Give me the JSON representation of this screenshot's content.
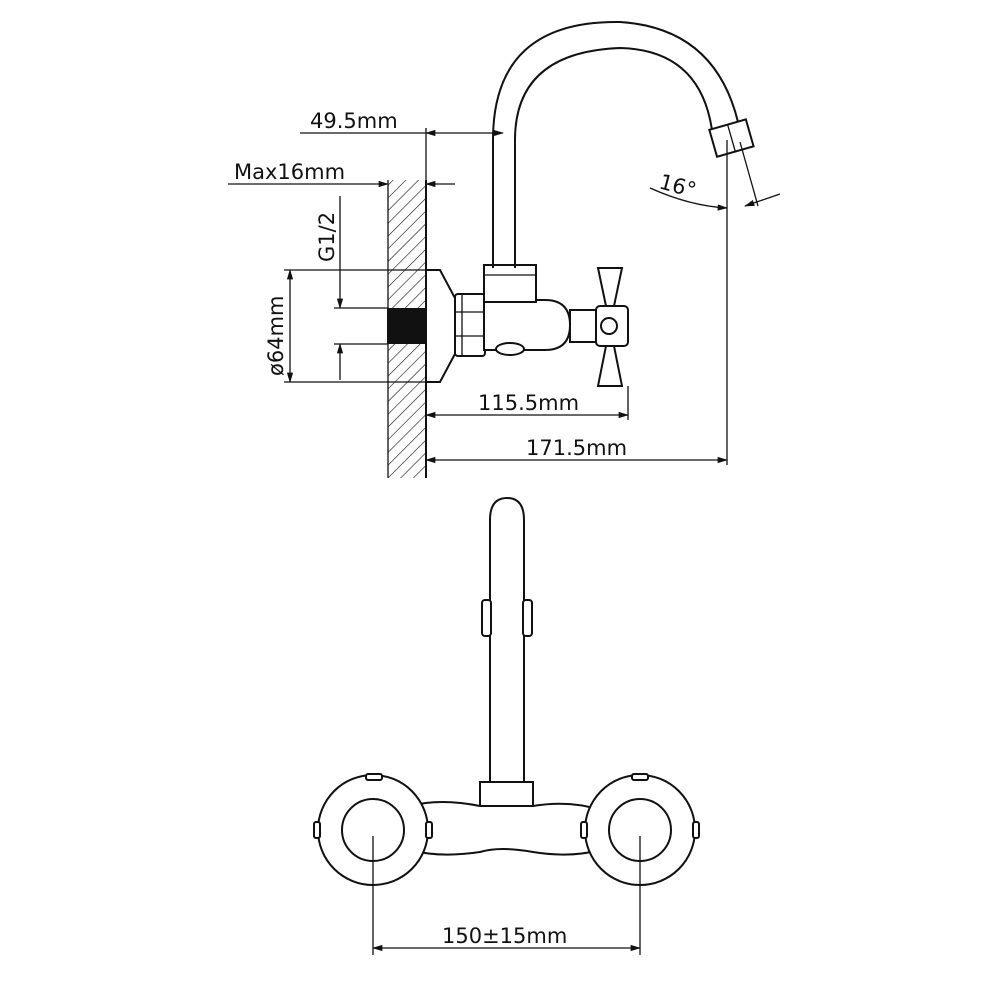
{
  "drawing": {
    "dimensions": {
      "spout_offset": "49.5mm",
      "wall_max": "Max16mm",
      "thread": "G1/2",
      "flange_diameter": "ø64mm",
      "spout_angle": "16°",
      "handle_reach": "115.5mm",
      "total_reach": "171.5mm",
      "center_distance": "150±15mm"
    }
  }
}
